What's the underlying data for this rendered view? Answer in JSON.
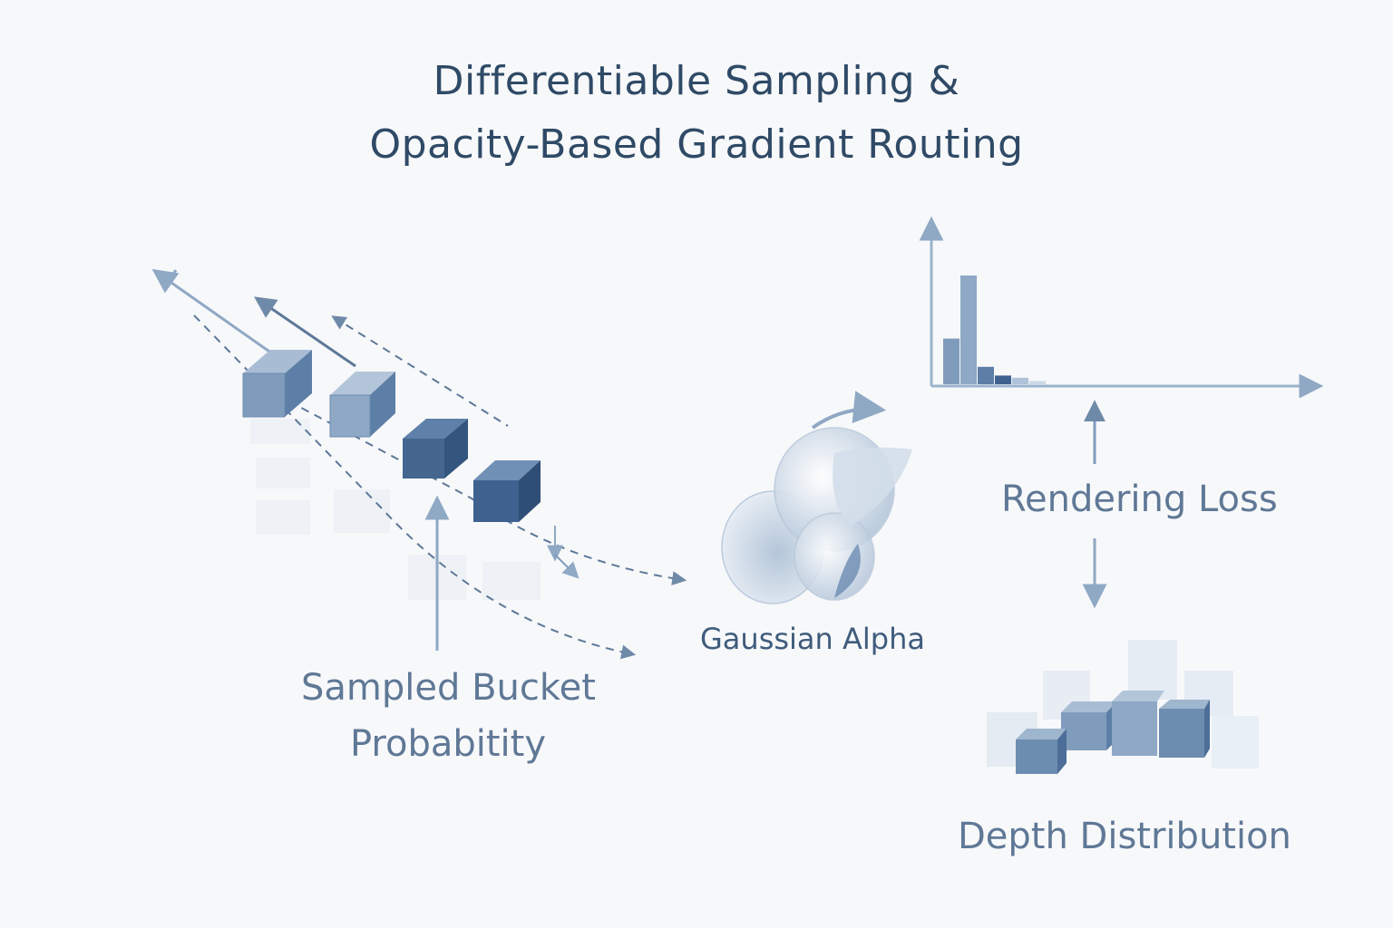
{
  "title": {
    "line1": "Differentiable Sampling &",
    "line2": "Opacity-Based Gradient Routing"
  },
  "labels": {
    "sampled_bucket_line1": "Sampled Bucket",
    "sampled_bucket_line2": "Probabitity",
    "gaussian_alpha": "Gaussian Alpha",
    "rendering_loss": "Rendering Loss",
    "depth_distribution": "Depth Distribution"
  },
  "histogram": {
    "bars": [
      0.42,
      1.0,
      0.16,
      0.08,
      0.06,
      0.03
    ]
  },
  "colors": {
    "title": "#2f4a66",
    "label": "#5f7896",
    "cube_dark": "#3e5f86",
    "cube_mid": "#6d8db0",
    "cube_light": "#c9d6e4",
    "arrow": "#6f8aa8",
    "axis": "#9bb3cc"
  }
}
